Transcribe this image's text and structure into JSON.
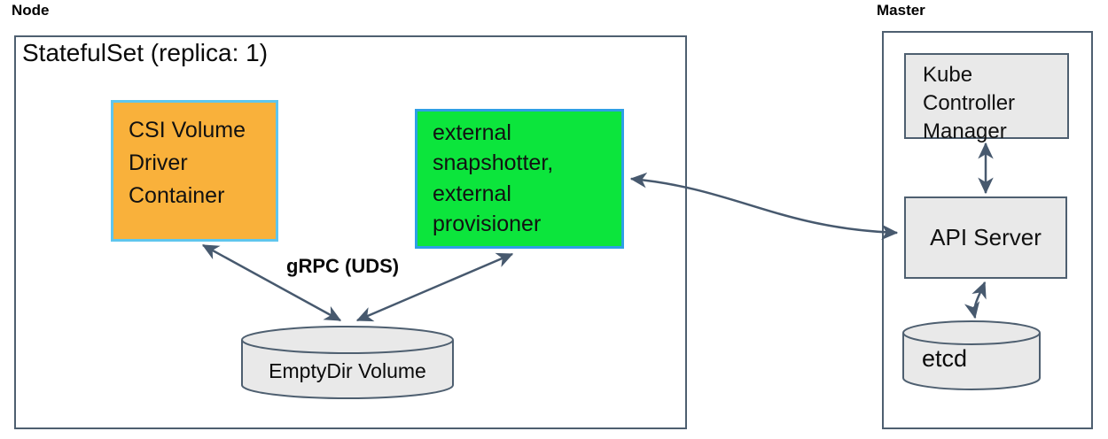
{
  "node": {
    "label": "Node",
    "statefulset_label": "StatefulSet (replica: 1)",
    "csi_box": {
      "lines": [
        "CSI Volume",
        "Driver",
        "Container"
      ]
    },
    "external_box": {
      "lines": [
        "external",
        "snapshotter,",
        "external",
        "provisioner"
      ]
    },
    "grpc_label": "gRPC (UDS)",
    "emptydir_label": "EmptyDir Volume"
  },
  "master": {
    "label": "Master",
    "kcm_box": {
      "lines": [
        "Kube",
        "Controller",
        "Manager"
      ]
    },
    "api_server_label": "API Server",
    "etcd_label": "etcd"
  },
  "colors": {
    "csi_box_fill": "#F9B13B",
    "csi_box_border": "#5FC6EE",
    "external_box_fill": "#0CE53C",
    "external_box_border": "#2E9FE6",
    "gray_fill": "#E9E9E9",
    "outline": "#4E5F70",
    "arrow": "#47596E"
  }
}
